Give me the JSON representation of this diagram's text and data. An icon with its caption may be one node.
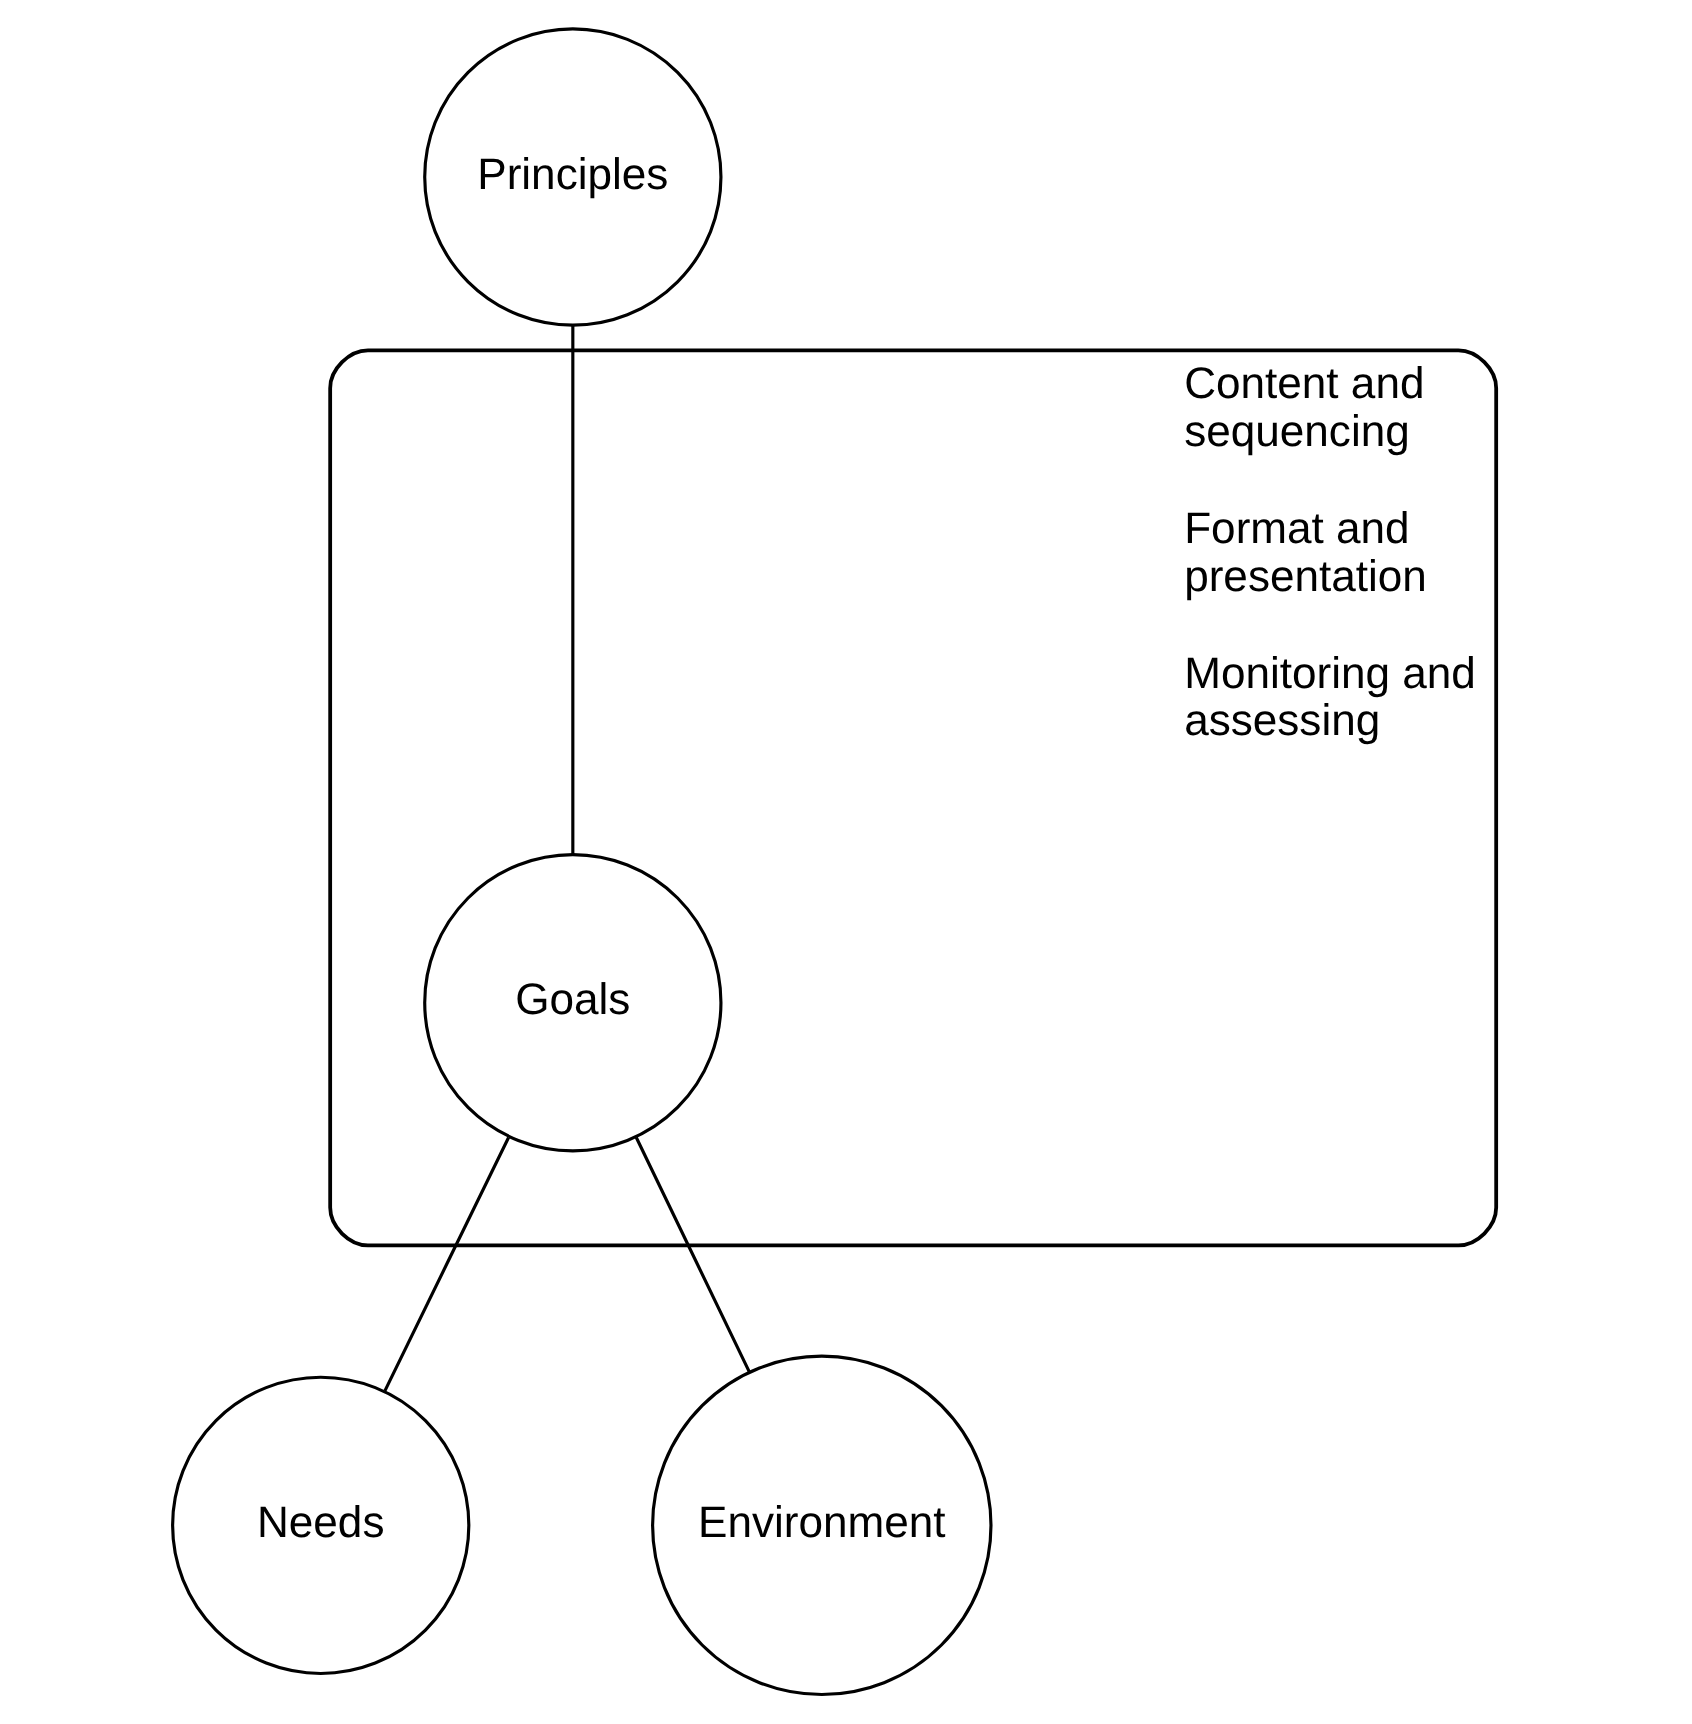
{
  "diagram": {
    "nodes": [
      {
        "text": [
          "Principles"
        ]
      },
      {
        "text": [
          "Content and sequencing",
          "Format and presentation",
          "Monitoring and assessing"
        ]
      },
      {
        "text": [
          "Goals"
        ],
        "in": 1
      },
      {
        "text": [
          "Needs"
        ]
      },
      {
        "text": [
          "Environment"
        ]
      }
    ],
    "edges": [
      {
        "from": 0,
        "to": 2,
        "arrow": "none"
      },
      {
        "from": 2,
        "to": 3,
        "arrow": "none"
      },
      {
        "from": 2,
        "to": 4,
        "arrow": "none"
      }
    ]
  }
}
